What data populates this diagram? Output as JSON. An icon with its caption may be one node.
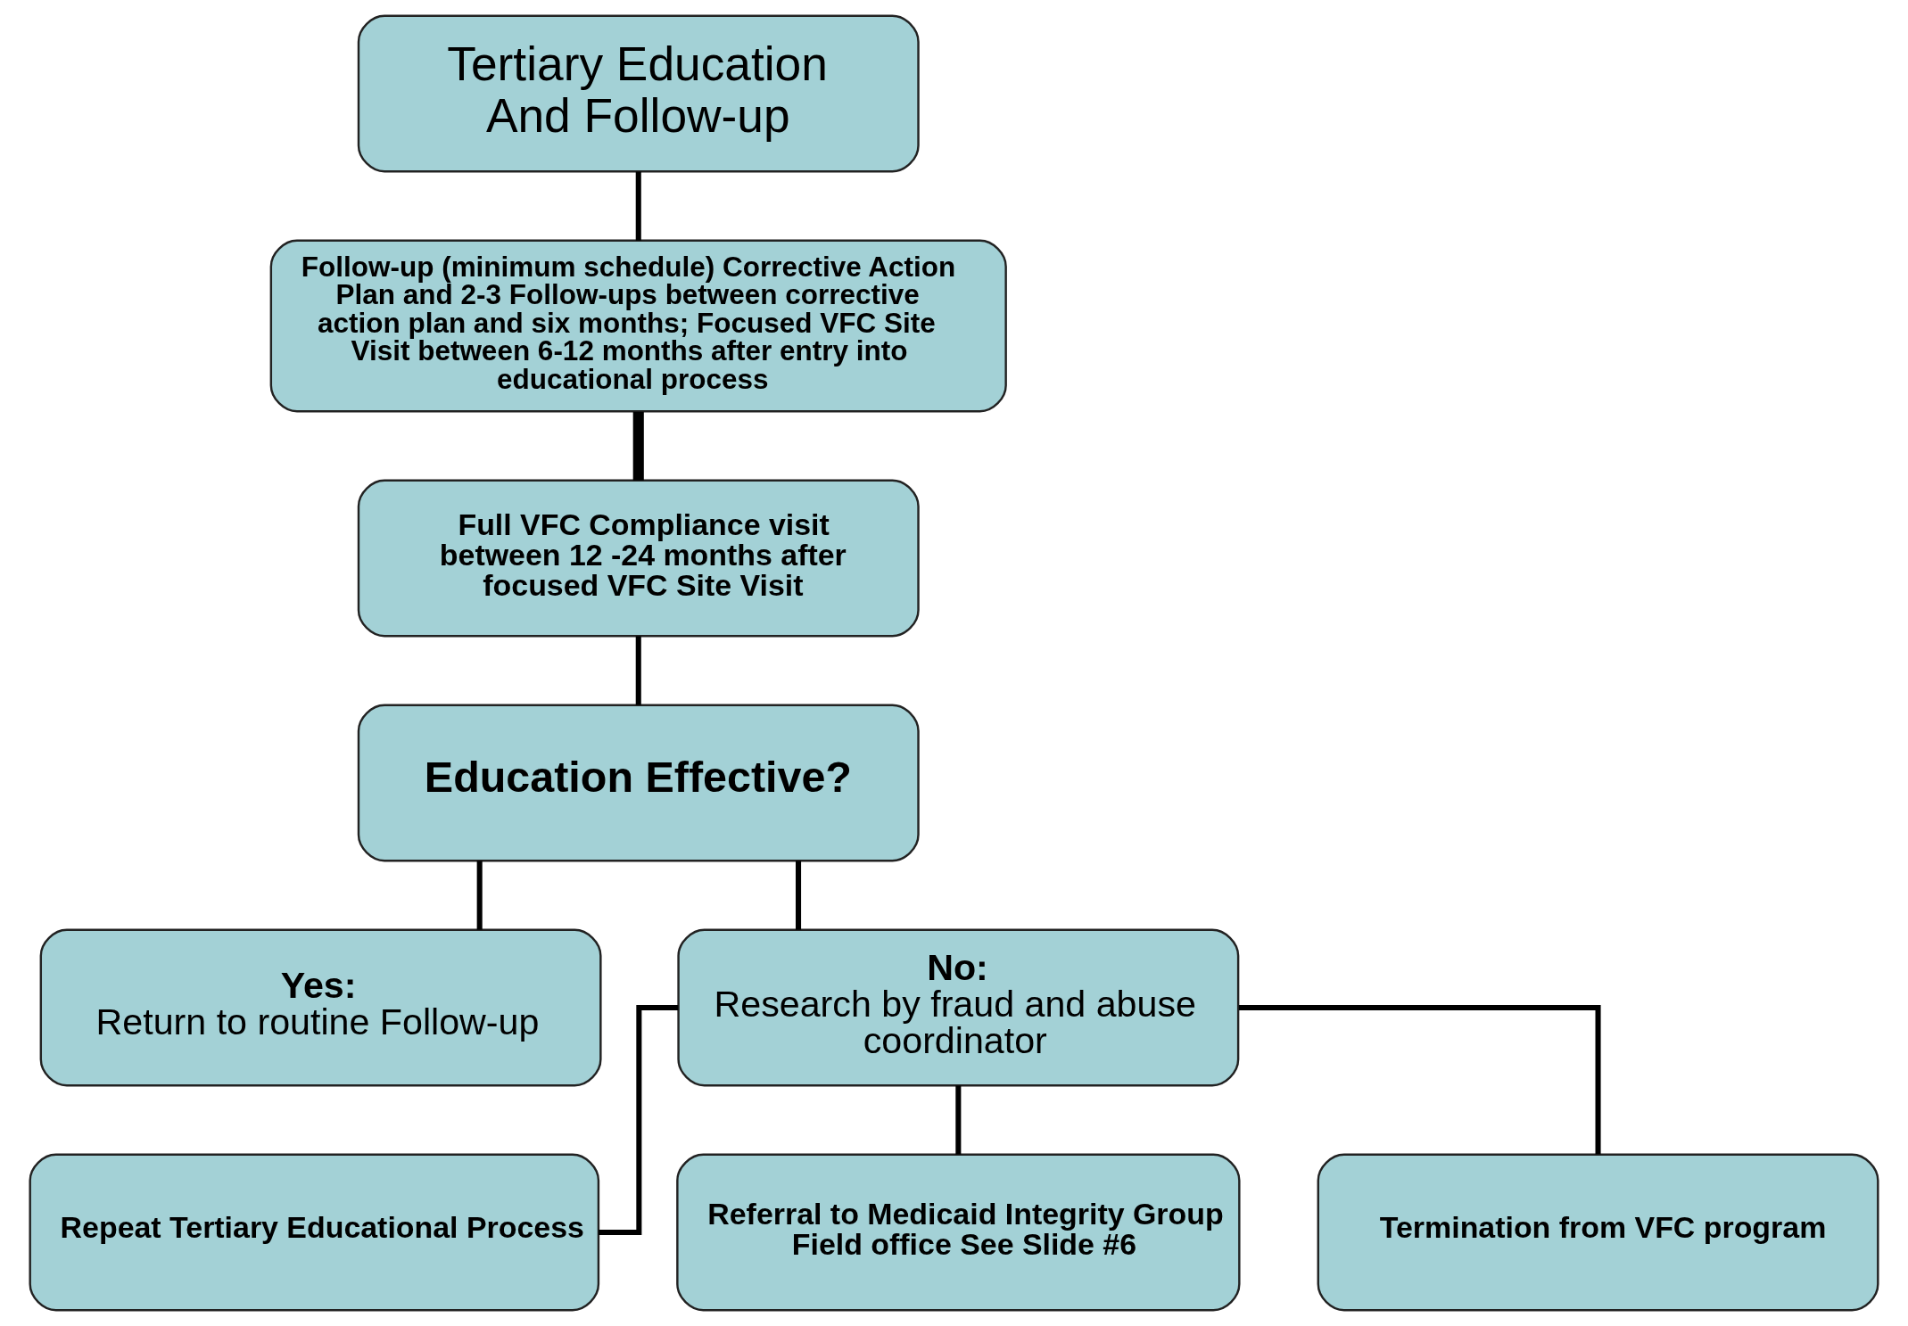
{
  "diagram": {
    "nodes": [
      {
        "text": [
          "Tertiary Education And Follow-up"
        ]
      },
      {
        "text": [
          "Follow-up (minimum schedule) Corrective Action Plan and 2-3 Follow-ups between corrective action plan and six months; Focused VFC Site Visit between 6-12 months after entry into educational process"
        ]
      },
      {
        "text": [
          "Full VFC Compliance visit between 12 -24 months after focused VFC Site Visit"
        ]
      },
      {
        "text": [
          "Education Effective?"
        ]
      },
      {
        "text": [
          "Yes:",
          "Return to routine Follow-up"
        ]
      },
      {
        "text": [
          "No:",
          "Research by fraud and abuse coordinator"
        ]
      },
      {
        "text": [
          "Repeat Tertiary Educational Process"
        ]
      },
      {
        "text": [
          "Referral to Medicaid Integrity Group Field office See Slide #6"
        ]
      },
      {
        "text": [
          "Termination from VFC program"
        ]
      }
    ],
    "edges": [
      {
        "from": 0,
        "to": 1,
        "arrow": "none"
      },
      {
        "from": 1,
        "to": 2,
        "arrow": "none",
        "style": "thick"
      },
      {
        "from": 2,
        "to": 3,
        "arrow": "none"
      },
      {
        "from": 3,
        "to": 4,
        "arrow": "none"
      },
      {
        "from": 3,
        "to": 5,
        "arrow": "none"
      },
      {
        "from": 5,
        "to": 6,
        "arrow": "none"
      },
      {
        "from": 5,
        "to": 7,
        "arrow": "none"
      },
      {
        "from": 5,
        "to": 8,
        "arrow": "none"
      }
    ]
  }
}
